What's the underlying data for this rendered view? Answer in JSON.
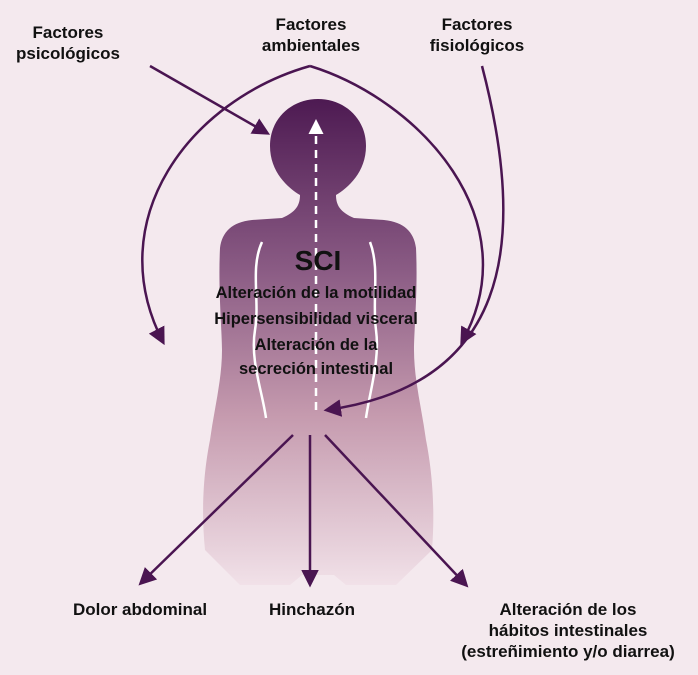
{
  "colors": {
    "background": "#f4e9ee",
    "arrow": "#4a1551",
    "silhouette_top": "#4d1a52",
    "silhouette_bottom": "#f1e1e8",
    "text": "#111111"
  },
  "inputs": {
    "psychological": [
      "Factores",
      "psicológicos"
    ],
    "environmental": [
      "Factores",
      "ambientales"
    ],
    "physiological": [
      "Factores",
      "fisiológicos"
    ]
  },
  "center": {
    "title": "SCI",
    "lines": [
      "Alteración de la motilidad",
      "Hipersensibilidad visceral",
      "Alteración de la",
      "secreción intestinal"
    ]
  },
  "outputs": {
    "pain": [
      "Dolor abdominal"
    ],
    "bloating": [
      "Hinchazón"
    ],
    "habits": [
      "Alteración de los",
      "hábitos intestinales",
      "(estreñimiento y/o diarrea)"
    ]
  }
}
